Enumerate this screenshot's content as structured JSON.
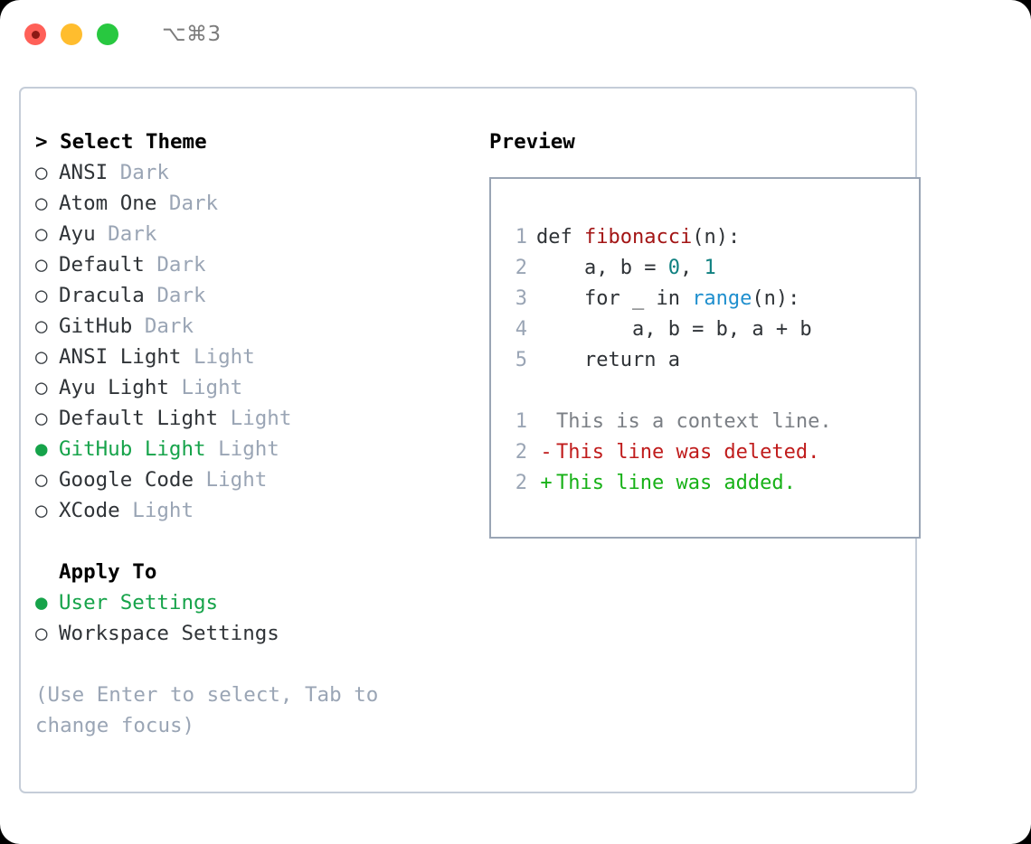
{
  "titlebar": {
    "shortcut": "⌥⌘3",
    "lights": [
      "close",
      "minimize",
      "zoom"
    ]
  },
  "left": {
    "prompt": "> ",
    "heading": "Select Theme",
    "marker_selected": "●",
    "marker_unselected": "○",
    "themes": [
      {
        "name": "ANSI",
        "tag": "Dark",
        "selected": false
      },
      {
        "name": "Atom One",
        "tag": "Dark",
        "selected": false
      },
      {
        "name": "Ayu",
        "tag": "Dark",
        "selected": false
      },
      {
        "name": "Default",
        "tag": "Dark",
        "selected": false
      },
      {
        "name": "Dracula",
        "tag": "Dark",
        "selected": false
      },
      {
        "name": "GitHub",
        "tag": "Dark",
        "selected": false
      },
      {
        "name": "ANSI Light",
        "tag": "Light",
        "selected": false
      },
      {
        "name": "Ayu Light",
        "tag": "Light",
        "selected": false
      },
      {
        "name": "Default Light",
        "tag": "Light",
        "selected": false
      },
      {
        "name": "GitHub Light",
        "tag": "Light",
        "selected": true
      },
      {
        "name": "Google Code",
        "tag": "Light",
        "selected": false
      },
      {
        "name": "XCode",
        "tag": "Light",
        "selected": false
      }
    ],
    "apply_to_heading": "Apply To",
    "apply_to": [
      {
        "name": "User Settings",
        "selected": true
      },
      {
        "name": "Workspace Settings",
        "selected": false
      }
    ],
    "hint_line_1": "(Use Enter to select, Tab to",
    "hint_line_2": "change focus)"
  },
  "right": {
    "preview_title": "Preview",
    "code": [
      {
        "no": "1",
        "segments": [
          {
            "t": "def ",
            "c": "plain"
          },
          {
            "t": "fibonacci",
            "c": "tok-fn"
          },
          {
            "t": "(n):",
            "c": "plain"
          }
        ]
      },
      {
        "no": "2",
        "segments": [
          {
            "t": "    a, b = ",
            "c": "plain"
          },
          {
            "t": "0",
            "c": "tok-num"
          },
          {
            "t": ", ",
            "c": "plain"
          },
          {
            "t": "1",
            "c": "tok-num"
          }
        ]
      },
      {
        "no": "3",
        "segments": [
          {
            "t": "    for _ in ",
            "c": "plain"
          },
          {
            "t": "range",
            "c": "tok-call"
          },
          {
            "t": "(n):",
            "c": "plain"
          }
        ]
      },
      {
        "no": "4",
        "segments": [
          {
            "t": "        a, b = b, a + b",
            "c": "plain"
          }
        ]
      },
      {
        "no": "5",
        "segments": [
          {
            "t": "    return a",
            "c": "plain"
          }
        ]
      }
    ],
    "diff": [
      {
        "no": "1",
        "marker": " ",
        "text": "This is a context line.",
        "kind": "diff-ctx"
      },
      {
        "no": "2",
        "marker": "-",
        "text": "This line was deleted.",
        "kind": "diff-del"
      },
      {
        "no": "2",
        "marker": "+",
        "text": "This line was added.",
        "kind": "diff-add"
      }
    ]
  },
  "colors": {
    "accent_green": "#16a34a",
    "diff_add": "#17b117",
    "diff_del": "#c01c1c",
    "muted": "#9aa5b5",
    "border": "#c5cdd8",
    "preview_border": "#9aa5b5"
  }
}
